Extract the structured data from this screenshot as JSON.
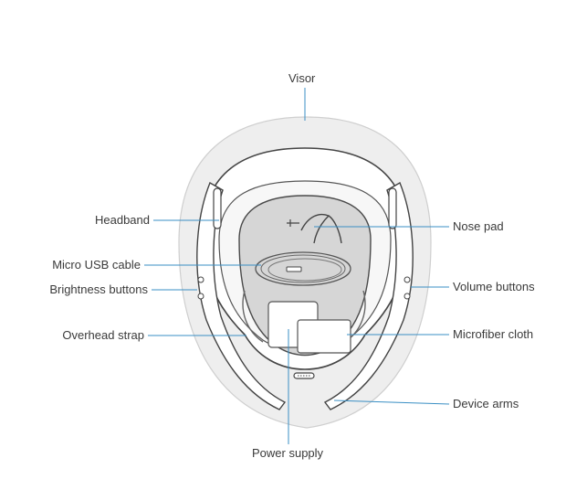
{
  "labels": {
    "visor": "Visor",
    "headband": "Headband",
    "nose_pad": "Nose pad",
    "micro_usb_cable": "Micro USB cable",
    "brightness_buttons": "Brightness buttons",
    "volume_buttons": "Volume buttons",
    "overhead_strap": "Overhead strap",
    "microfiber_cloth": "Microfiber cloth",
    "device_arms": "Device arms",
    "power_supply": "Power supply"
  },
  "colors": {
    "leader_line": "#3a8fc4",
    "outline": "#555555",
    "visor_fill": "#eeeeee",
    "tray_fill": "#d6d6d6",
    "text": "#3a3a3a"
  }
}
